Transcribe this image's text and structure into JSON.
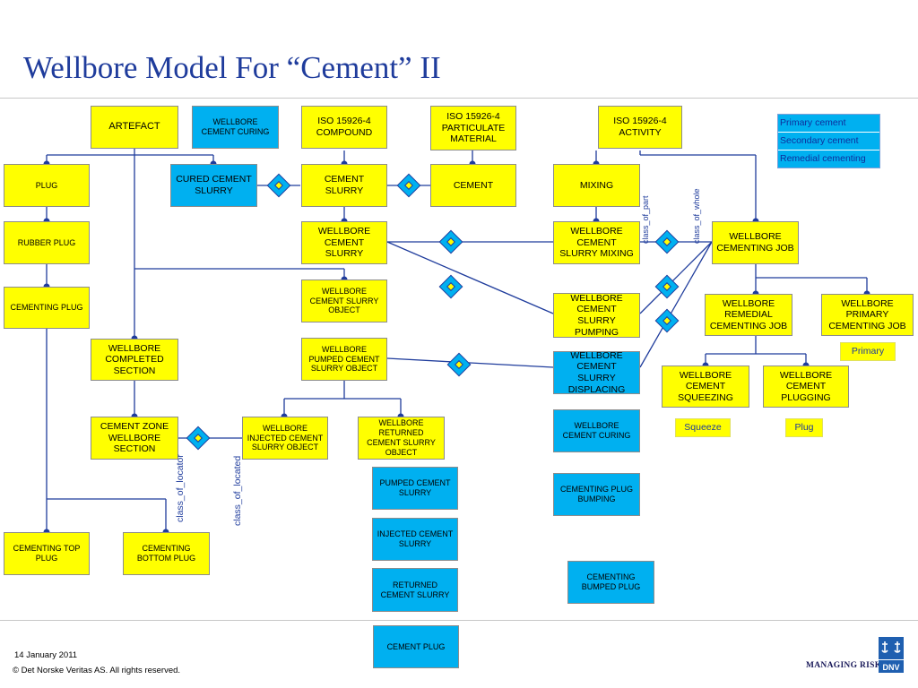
{
  "title": "Wellbore Model For “Cement” II",
  "nodes": {
    "artefact": "ARTEFACT",
    "wellbore_cement_curing_top": "WELLBORE CEMENT CURING",
    "iso_compound": "ISO 15926-4 COMPOUND",
    "iso_particulate": "ISO 15926-4 PARTICULATE MATERIAL",
    "iso_activity": "ISO 15926-4 ACTIVITY",
    "plug": "PLUG",
    "cured_cement_slurry": "CURED CEMENT SLURRY",
    "cement_slurry": "CEMENT SLURRY",
    "cement": "CEMENT",
    "mixing": "MIXING",
    "rubber_plug": "RUBBER PLUG",
    "wellbore_cement_slurry": "WELLBORE CEMENT SLURRY",
    "wellbore_cement_slurry_mixing": "WELLBORE CEMENT SLURRY MIXING",
    "wellbore_cementing_job": "WELLBORE CEMENTING JOB",
    "cementing_plug": "CEMENTING PLUG",
    "wellbore_cement_slurry_object": "WELLBORE CEMENT SLURRY OBJECT",
    "wellbore_cement_slurry_pumping": "WELLBORE CEMENT SLURRY PUMPING",
    "wellbore_remedial_cementing_job": "WELLBORE REMEDIAL CEMENTING JOB",
    "wellbore_primary_cementing_job": "WELLBORE PRIMARY CEMENTING JOB",
    "wellbore_completed_section": "WELLBORE COMPLETED SECTION",
    "wellbore_pumped_cement_slurry_object": "WELLBORE PUMPED CEMENT SLURRY OBJECT",
    "wellbore_cement_slurry_displacing": "WELLBORE CEMENT SLURRY DISPLACING",
    "wellbore_cement_squeezing": "WELLBORE CEMENT SQUEEZING",
    "wellbore_cement_plugging": "WELLBORE CEMENT PLUGGING",
    "cement_zone_wellbore_section": "CEMENT ZONE WELLBORE SECTION",
    "wellbore_injected_cement_slurry_object": "WELLBORE INJECTED CEMENT SLURRY OBJECT",
    "wellbore_returned_cement_slurry_object": "WELLBORE RETURNED CEMENT SLURRY OBJECT",
    "wellbore_cement_curing": "WELLBORE CEMENT CURING",
    "pumped_cement_slurry": "PUMPED CEMENT SLURRY",
    "cementing_plug_bumping": "CEMENTING PLUG BUMPING",
    "injected_cement_slurry": "INJECTED CEMENT SLURRY",
    "cementing_top_plug": "CEMENTING TOP PLUG",
    "cementing_bottom_plug": "CEMENTING BOTTOM PLUG",
    "returned_cement_slurry": "RETURNED CEMENT SLURRY",
    "cementing_bumped_plug": "CEMENTING BUMPED PLUG",
    "cement_plug": "CEMENT PLUG"
  },
  "legend": [
    "Primary cement",
    "Secondary cement",
    "Remedial cementing"
  ],
  "tags": {
    "primary": "Primary",
    "squeeze": "Squeeze",
    "plug": "Plug"
  },
  "labels": {
    "class_of_part": "class_of_part",
    "class_of_whole": "class_of_whole",
    "class_of_locator": "class_of_locator",
    "class_of_located": "class_of_located"
  },
  "footer": {
    "date": "14 January 2011",
    "copyright": "© Det Norske Veritas AS. All rights reserved.",
    "managing_risk": "MANAGING RISK",
    "logo_text": "DNV"
  },
  "colors": {
    "title": "#1f3c9c",
    "line": "#1f3c9c",
    "yellow_box": "#ffff00",
    "blue_box": "#00b0f0",
    "diamond": "#ffff00"
  }
}
